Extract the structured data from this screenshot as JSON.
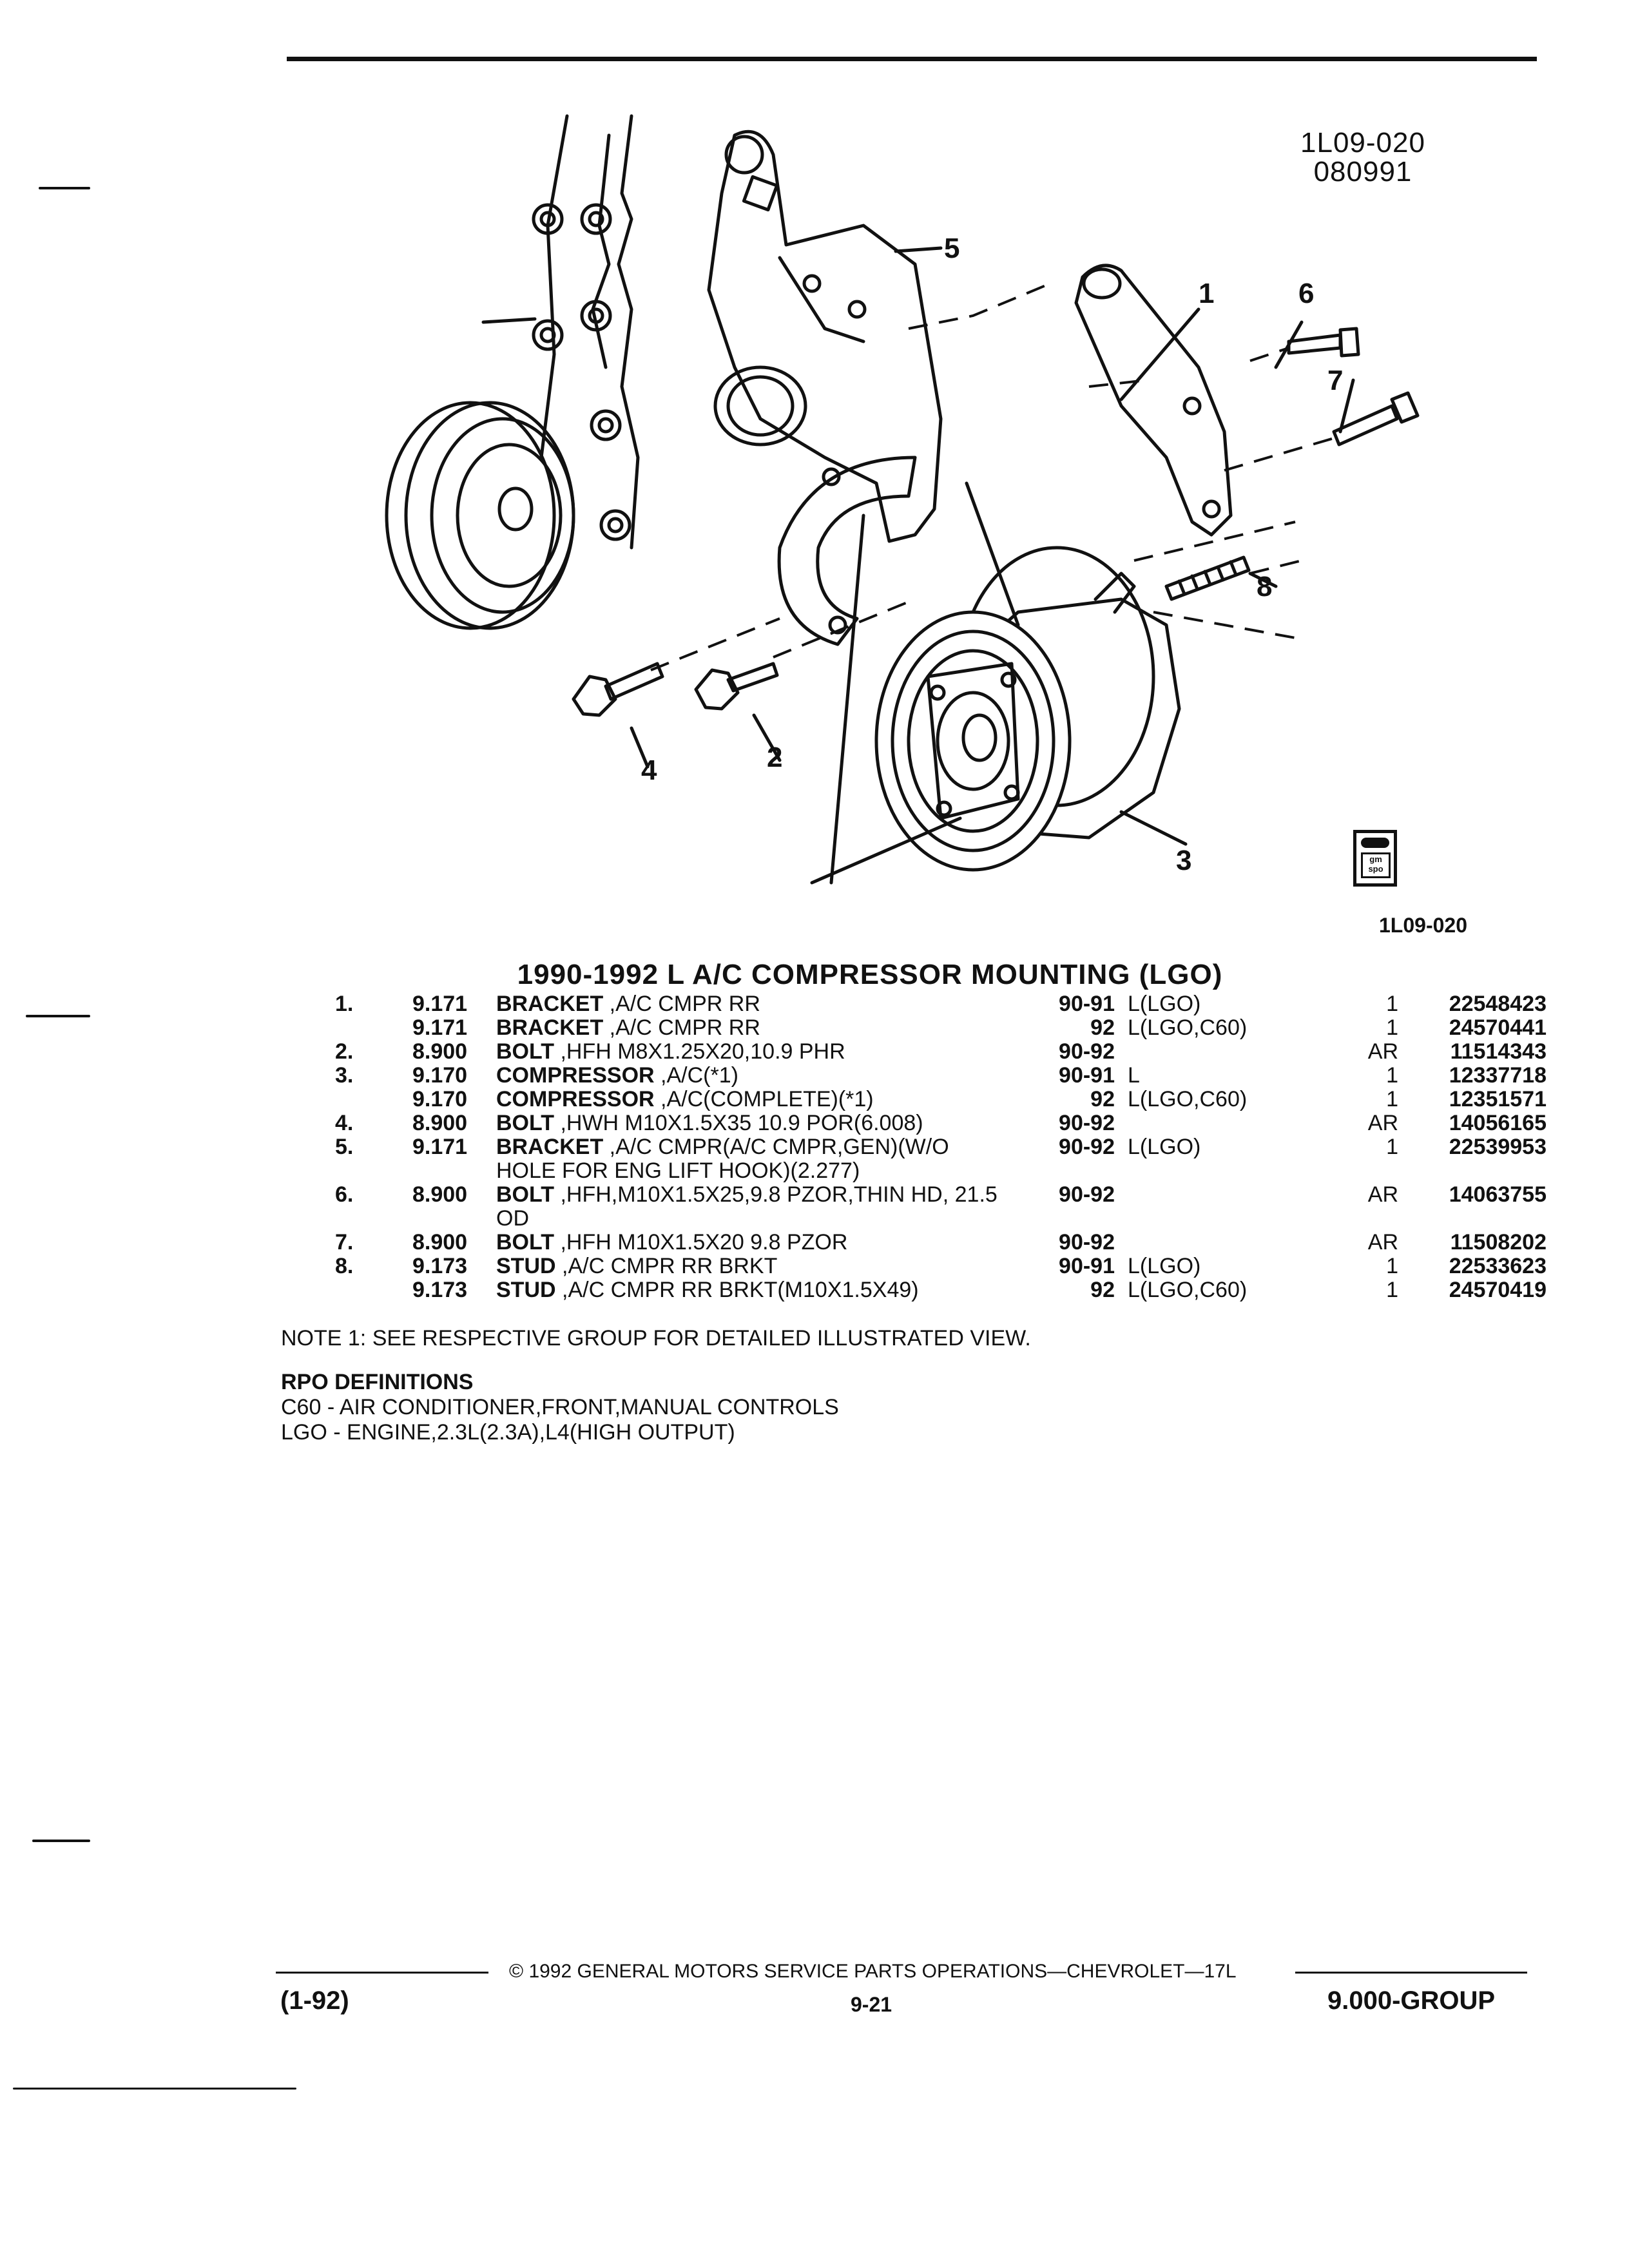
{
  "header": {
    "fig_code": "1L09-020",
    "fig_date": "080991"
  },
  "diagram": {
    "callouts": [
      "1",
      "2",
      "3",
      "4",
      "5",
      "6",
      "7",
      "8"
    ],
    "logo_text": "gm spo",
    "caption_code": "1L09-020"
  },
  "title": "1990-1992 L A/C COMPRESSOR MOUNTING (LGO)",
  "parts": [
    {
      "idx": "1.",
      "group": "9.171",
      "name": "BRACKET",
      "desc": " ,A/C CMPR RR",
      "years": "90-91",
      "rpo": "L(LGO)",
      "qty": "1",
      "part": "22548423"
    },
    {
      "idx": "",
      "group": "9.171",
      "name": "BRACKET",
      "desc": " ,A/C CMPR RR",
      "years": "92",
      "rpo": "L(LGO,C60)",
      "qty": "1",
      "part": "24570441"
    },
    {
      "idx": "2.",
      "group": "8.900",
      "name": "BOLT",
      "desc": " ,HFH M8X1.25X20,10.9 PHR",
      "years": "90-92",
      "rpo": "",
      "qty": "AR",
      "part": "11514343"
    },
    {
      "idx": "3.",
      "group": "9.170",
      "name": "COMPRESSOR",
      "desc": " ,A/C(*1)",
      "years": "90-91",
      "rpo": "L",
      "qty": "1",
      "part": "12337718"
    },
    {
      "idx": "",
      "group": "9.170",
      "name": "COMPRESSOR",
      "desc": " ,A/C(COMPLETE)(*1)",
      "years": "92",
      "rpo": "L(LGO,C60)",
      "qty": "1",
      "part": "12351571"
    },
    {
      "idx": "4.",
      "group": "8.900",
      "name": "BOLT",
      "desc": " ,HWH M10X1.5X35 10.9 POR(6.008)",
      "years": "90-92",
      "rpo": "",
      "qty": "AR",
      "part": "14056165"
    },
    {
      "idx": "5.",
      "group": "9.171",
      "name": "BRACKET",
      "desc": " ,A/C CMPR(A/C CMPR,GEN)(W/O HOLE FOR ENG LIFT HOOK)(2.277)",
      "years": "90-92",
      "rpo": "L(LGO)",
      "qty": "1",
      "part": "22539953"
    },
    {
      "idx": "6.",
      "group": "8.900",
      "name": "BOLT",
      "desc": " ,HFH,M10X1.5X25,9.8 PZOR,THIN HD, 21.5 OD",
      "years": "90-92",
      "rpo": "",
      "qty": "AR",
      "part": "14063755"
    },
    {
      "idx": "7.",
      "group": "8.900",
      "name": "BOLT",
      "desc": " ,HFH M10X1.5X20 9.8 PZOR",
      "years": "90-92",
      "rpo": "",
      "qty": "AR",
      "part": "11508202"
    },
    {
      "idx": "8.",
      "group": "9.173",
      "name": "STUD",
      "desc": " ,A/C CMPR RR BRKT",
      "years": "90-91",
      "rpo": "L(LGO)",
      "qty": "1",
      "part": "22533623"
    },
    {
      "idx": "",
      "group": "9.173",
      "name": "STUD",
      "desc": " ,A/C CMPR RR BRKT(M10X1.5X49)",
      "years": "92",
      "rpo": "L(LGO,C60)",
      "qty": "1",
      "part": "24570419"
    }
  ],
  "note": "NOTE 1: SEE RESPECTIVE GROUP FOR DETAILED ILLUSTRATED VIEW.",
  "rpo_definitions": {
    "heading": "RPO DEFINITIONS",
    "items": [
      "C60 - AIR CONDITIONER,FRONT,MANUAL CONTROLS",
      "LGO - ENGINE,2.3L(2.3A),L4(HIGH OUTPUT)"
    ]
  },
  "footer": {
    "copyright": "© 1992 GENERAL MOTORS SERVICE PARTS OPERATIONS—CHEVROLET—17L",
    "date": "(1-92)",
    "page": "9-21",
    "group": "9.000-GROUP"
  }
}
